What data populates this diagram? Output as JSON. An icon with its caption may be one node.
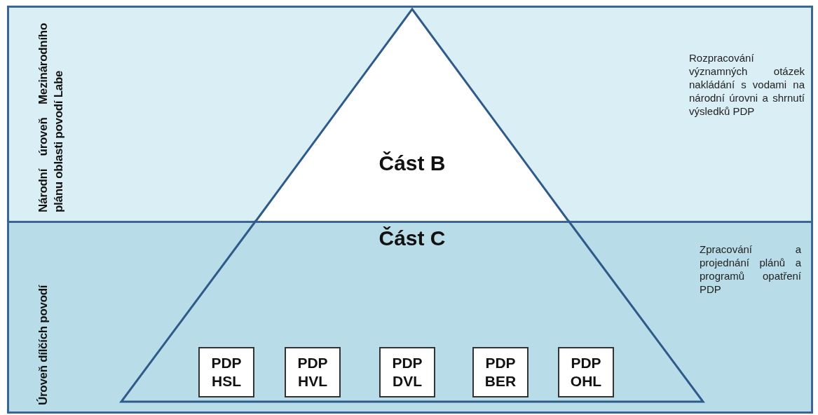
{
  "diagram": {
    "nodes": [
      {
        "text": [
          "Národní úroveň Mezinárodního plánu oblasti povodí Labe",
          "Rozpracování významných otázek nakládání s vodami na národní úrovni a shrnutí výsledků PDP"
        ]
      },
      {
        "text": [
          "Část B"
        ],
        "in": 0
      },
      {
        "text": [
          "Úroveň dílčích povodí",
          "Zpracování a projednání plánů a programů opatření PDP"
        ]
      },
      {
        "text": [
          "Část C"
        ],
        "in": 2
      },
      {
        "text": [
          "PDP HSL"
        ],
        "in": 3
      },
      {
        "text": [
          "PDP HVL"
        ],
        "in": 3
      },
      {
        "text": [
          "PDP DVL"
        ],
        "in": 3
      },
      {
        "text": [
          "PDP BER"
        ],
        "in": 3
      },
      {
        "text": [
          "PDP OHL"
        ],
        "in": 3
      }
    ]
  }
}
